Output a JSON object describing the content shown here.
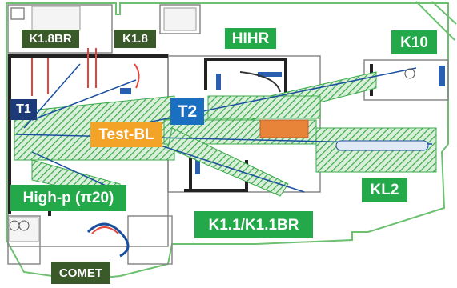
{
  "colors": {
    "green_label": "#23a84a",
    "dark_label": "#3a5a2a",
    "navy_label": "#1d3a78",
    "blue_label": "#1a6fc0",
    "orange_label": "#f3a327",
    "hatch_green": "#3aaa4a",
    "outline_green": "#6cc070",
    "wall_gray": "#888888",
    "shield_blue": "#2a5fb0"
  },
  "labels": {
    "k18br": "K1.8BR",
    "k18": "K1.8",
    "hihr": "HIHR",
    "k10": "K10",
    "t1": "T1",
    "t2": "T2",
    "test_bl": "Test-BL",
    "kl2": "KL2",
    "high_p": "High-p (π20)",
    "k11": "K1.1/K1.1BR",
    "comet": "COMET"
  }
}
